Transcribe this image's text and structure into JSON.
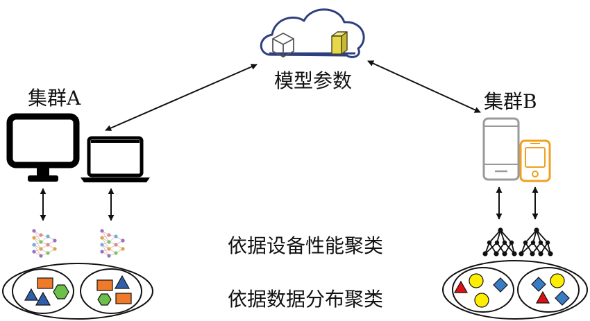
{
  "labels": {
    "model_params": "模型参数",
    "cluster_a": "集群A",
    "cluster_b": "集群B",
    "cluster_by_device": "依据设备性能聚类",
    "cluster_by_data": "依据数据分布聚类"
  },
  "colors": {
    "stroke": "#111111",
    "cloud": "#2e3f7f",
    "phone_gray": "#9a9a9a",
    "phone_orange": "#f0a020",
    "cube_yellow": "#e7d84a",
    "square_orange": "#ee7a2a",
    "triangle_blue": "#2e5fa8",
    "hexagon_green": "#6cc04a",
    "circle_yellow": "#ffee00",
    "diamond_blue": "#3a7cc4",
    "triangle_red": "#dd1111"
  },
  "icons": {
    "cloud": "cloud-icon",
    "desktop": "desktop-monitor-icon",
    "laptop": "laptop-icon",
    "phone": "phone-icon",
    "neural_net": "neural-network-icon",
    "graph": "graph-network-icon",
    "arrow": "bidirectional-arrow-icon"
  }
}
